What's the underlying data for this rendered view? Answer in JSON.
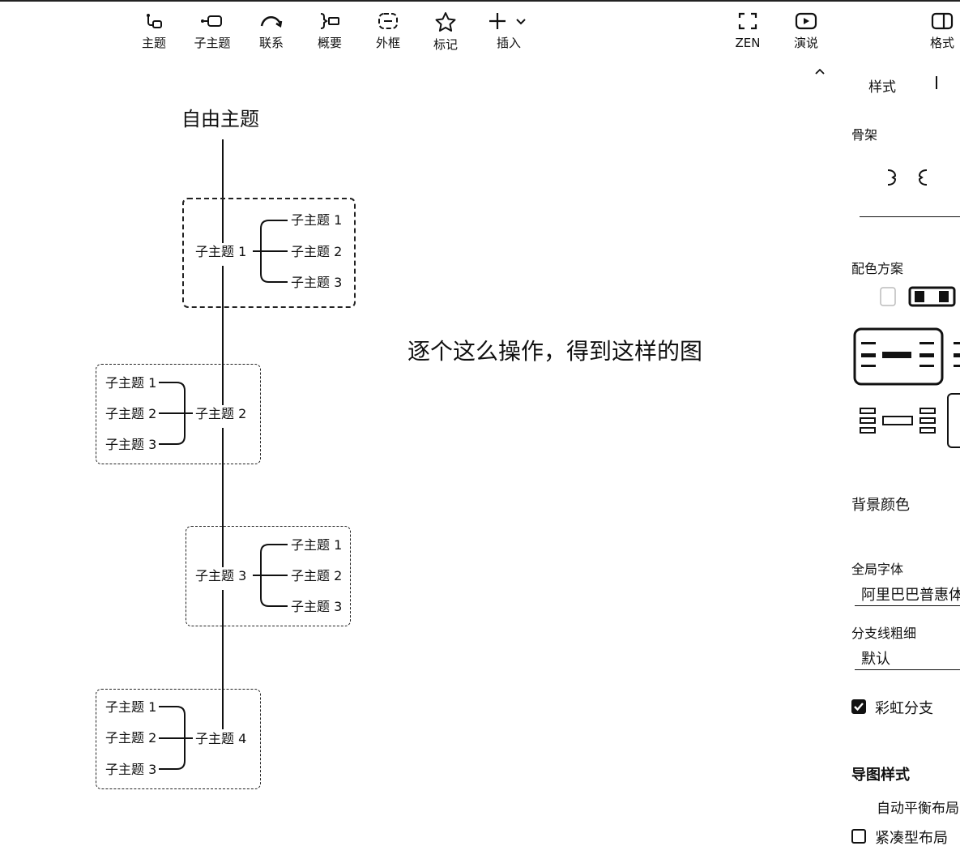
{
  "toolbar": {
    "items": [
      {
        "label": "主题",
        "icon": "topic-icon"
      },
      {
        "label": "子主题",
        "icon": "subtopic-icon"
      },
      {
        "label": "联系",
        "icon": "relationship-icon"
      },
      {
        "label": "概要",
        "icon": "summary-icon"
      },
      {
        "label": "外框",
        "icon": "boundary-icon"
      },
      {
        "label": "标记",
        "icon": "star-icon"
      },
      {
        "label": "插入",
        "icon": "plus-icon"
      },
      {
        "label": "ZEN",
        "icon": "zen-icon"
      },
      {
        "label": "演说",
        "icon": "play-icon"
      },
      {
        "label": "格式",
        "icon": "format-panel-icon"
      }
    ]
  },
  "canvas": {
    "root": "自由主题",
    "note": "逐个这么操作，得到这样的图",
    "groups": [
      {
        "parent": "子主题 1",
        "children": [
          "子主题 1",
          "子主题 2",
          "子主题 3"
        ]
      },
      {
        "parent": "子主题 2",
        "children": [
          "子主题 1",
          "子主题 2",
          "子主题 3"
        ]
      },
      {
        "parent": "子主题 3",
        "children": [
          "子主题 1",
          "子主题 2",
          "子主题 3"
        ]
      },
      {
        "parent": "子主题 4",
        "children": [
          "子主题 1",
          "子主题 2",
          "子主题 3"
        ]
      }
    ]
  },
  "panel": {
    "tab_style": "样式",
    "skeleton_label": "骨架",
    "color_scheme_label": "配色方案",
    "background_label": "背景颜色",
    "font_label": "全局字体",
    "font_value": "阿里巴巴普惠体",
    "branch_width_label": "分支线粗细",
    "branch_width_value": "默认",
    "rainbow_label": "彩虹分支",
    "rainbow_checked": true,
    "map_style_heading": "导图样式",
    "auto_balance_label": "自动平衡布局",
    "compact_label": "紧凑型布局",
    "compact_checked": false
  }
}
